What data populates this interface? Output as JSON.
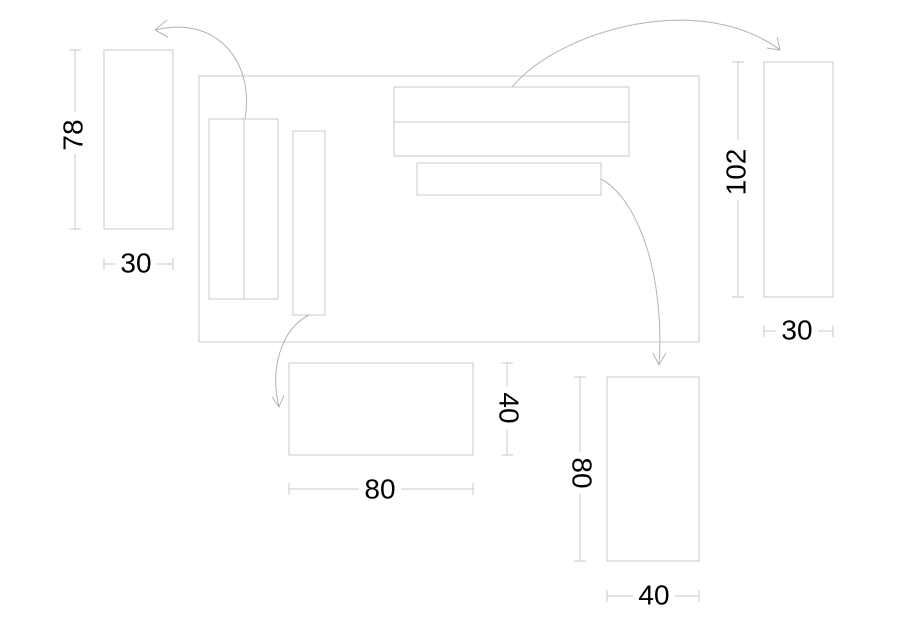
{
  "diagram": {
    "dimensions": {
      "panel_left_height": "78",
      "panel_left_width": "30",
      "panel_right_height": "102",
      "panel_right_width": "30",
      "piece_wide_height": "40",
      "piece_wide_width": "80",
      "piece_tall_height": "80",
      "piece_tall_width": "40"
    },
    "colors": {
      "outline": "#c8c8c8",
      "arrow": "#b4b4b4",
      "label": "#000000"
    }
  }
}
